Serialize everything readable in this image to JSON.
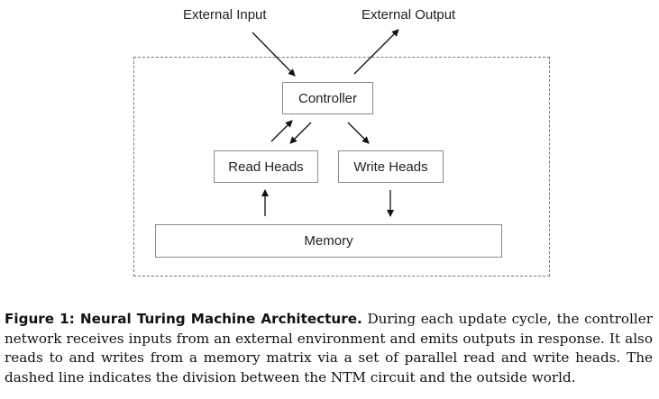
{
  "diagram": {
    "external_input": "External Input",
    "external_output": "External Output",
    "controller": "Controller",
    "read_heads": "Read Heads",
    "write_heads": "Write Heads",
    "memory": "Memory"
  },
  "caption": {
    "label": "Figure 1: Neural Turing Machine Architecture.",
    "text": "During each update cycle, the controller network receives inputs from an external environment and emits outputs in response. It also reads to and writes from a memory matrix via a set of parallel read and write heads. The dashed line indicates the division between the NTM circuit and the outside world."
  },
  "colors": {
    "stroke": "#111111",
    "box_border": "#8a8a8a",
    "dashed_border": "#777777"
  }
}
